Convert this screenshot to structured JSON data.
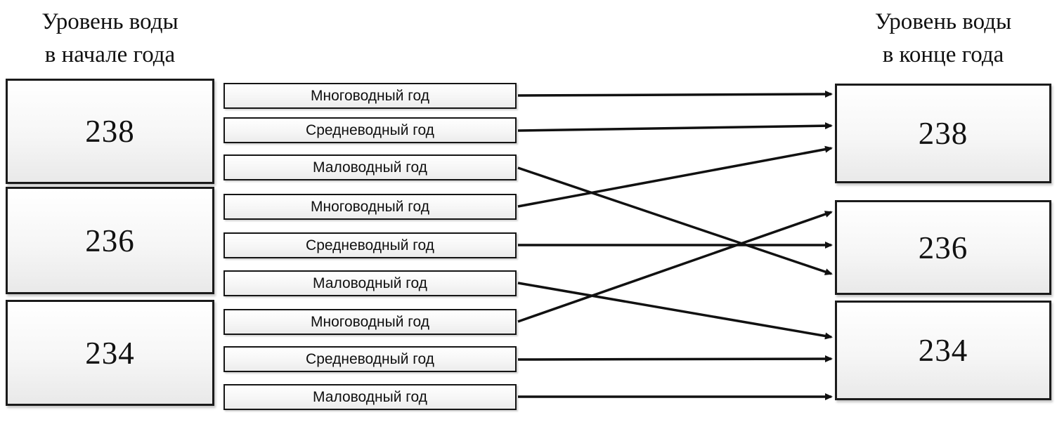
{
  "headers": {
    "left_line1": "Уровень воды",
    "left_line2": "в начале года",
    "right_line1": "Уровень воды",
    "right_line2": "в конце года"
  },
  "start_levels": [
    "238",
    "236",
    "234"
  ],
  "end_levels": [
    "238",
    "236",
    "234"
  ],
  "transitions": [
    {
      "label": "Многоводный год",
      "from_level": "238",
      "to_level": "238"
    },
    {
      "label": "Средневодный год",
      "from_level": "238",
      "to_level": "238"
    },
    {
      "label": "Маловодный год",
      "from_level": "238",
      "to_level": "236"
    },
    {
      "label": "Многоводный год",
      "from_level": "236",
      "to_level": "238"
    },
    {
      "label": "Средневодный год",
      "from_level": "236",
      "to_level": "236"
    },
    {
      "label": "Маловодный год",
      "from_level": "236",
      "to_level": "234"
    },
    {
      "label": "Многоводный год",
      "from_level": "234",
      "to_level": "236"
    },
    {
      "label": "Средневодный год",
      "from_level": "234",
      "to_level": "234"
    },
    {
      "label": "Маловодный год",
      "from_level": "234",
      "to_level": "234"
    }
  ],
  "colors": {
    "box_border": "#1b1b1b",
    "box_fill_top": "#ffffff",
    "box_fill_bottom": "#e9e9e9",
    "arrow": "#111111",
    "text": "#101010"
  }
}
